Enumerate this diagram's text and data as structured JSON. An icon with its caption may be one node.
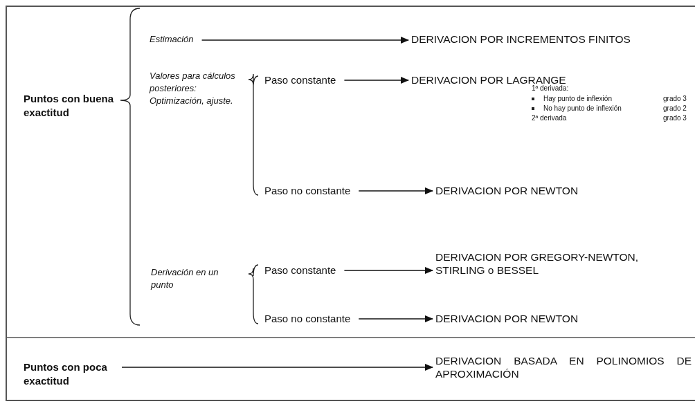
{
  "diagram": {
    "nodes": [
      {
        "text": [
          "Puntos con buena exactitud"
        ]
      },
      {
        "text": [
          "Estimación"
        ]
      },
      {
        "text": [
          "DERIVACION POR INCREMENTOS FINITOS"
        ]
      },
      {
        "text": [
          "Valores para cálculos posteriores: Optimización, ajuste."
        ]
      },
      {
        "text": [
          "Paso constante"
        ]
      },
      {
        "text": [
          "DERIVACION POR LAGRANGE"
        ]
      },
      {
        "text": [
          "Paso no constante"
        ]
      },
      {
        "text": [
          "DERIVACION POR NEWTON"
        ]
      },
      {
        "text": [
          "Derivación en un punto"
        ]
      },
      {
        "text": [
          "Paso constante"
        ]
      },
      {
        "text": [
          "DERIVACION POR GREGORY-NEWTON, STIRLING o BESSEL"
        ]
      },
      {
        "text": [
          "Paso no constante"
        ]
      },
      {
        "text": [
          "DERIVACION POR NEWTON"
        ]
      },
      {
        "text": [
          "Puntos con poca exactitud"
        ]
      },
      {
        "text": [
          "DERIVACION BASADA EN POLINOMIOS DE APROXIMACIÓN"
        ]
      }
    ],
    "edges": [
      {
        "from": 1,
        "to": 2,
        "arrow": "to"
      },
      {
        "from": 4,
        "to": 5,
        "arrow": "to"
      },
      {
        "from": 6,
        "to": 7,
        "arrow": "to"
      },
      {
        "from": 9,
        "to": 10,
        "arrow": "to"
      },
      {
        "from": 11,
        "to": 12,
        "arrow": "to"
      },
      {
        "from": 13,
        "to": 14,
        "arrow": "to"
      }
    ],
    "labels": [
      "1ª derivada:",
      "Hay punto de inflexión",
      "grado 3",
      "No hay punto de inflexión",
      "grado 2",
      "2ª derivada",
      "grado 3"
    ]
  }
}
